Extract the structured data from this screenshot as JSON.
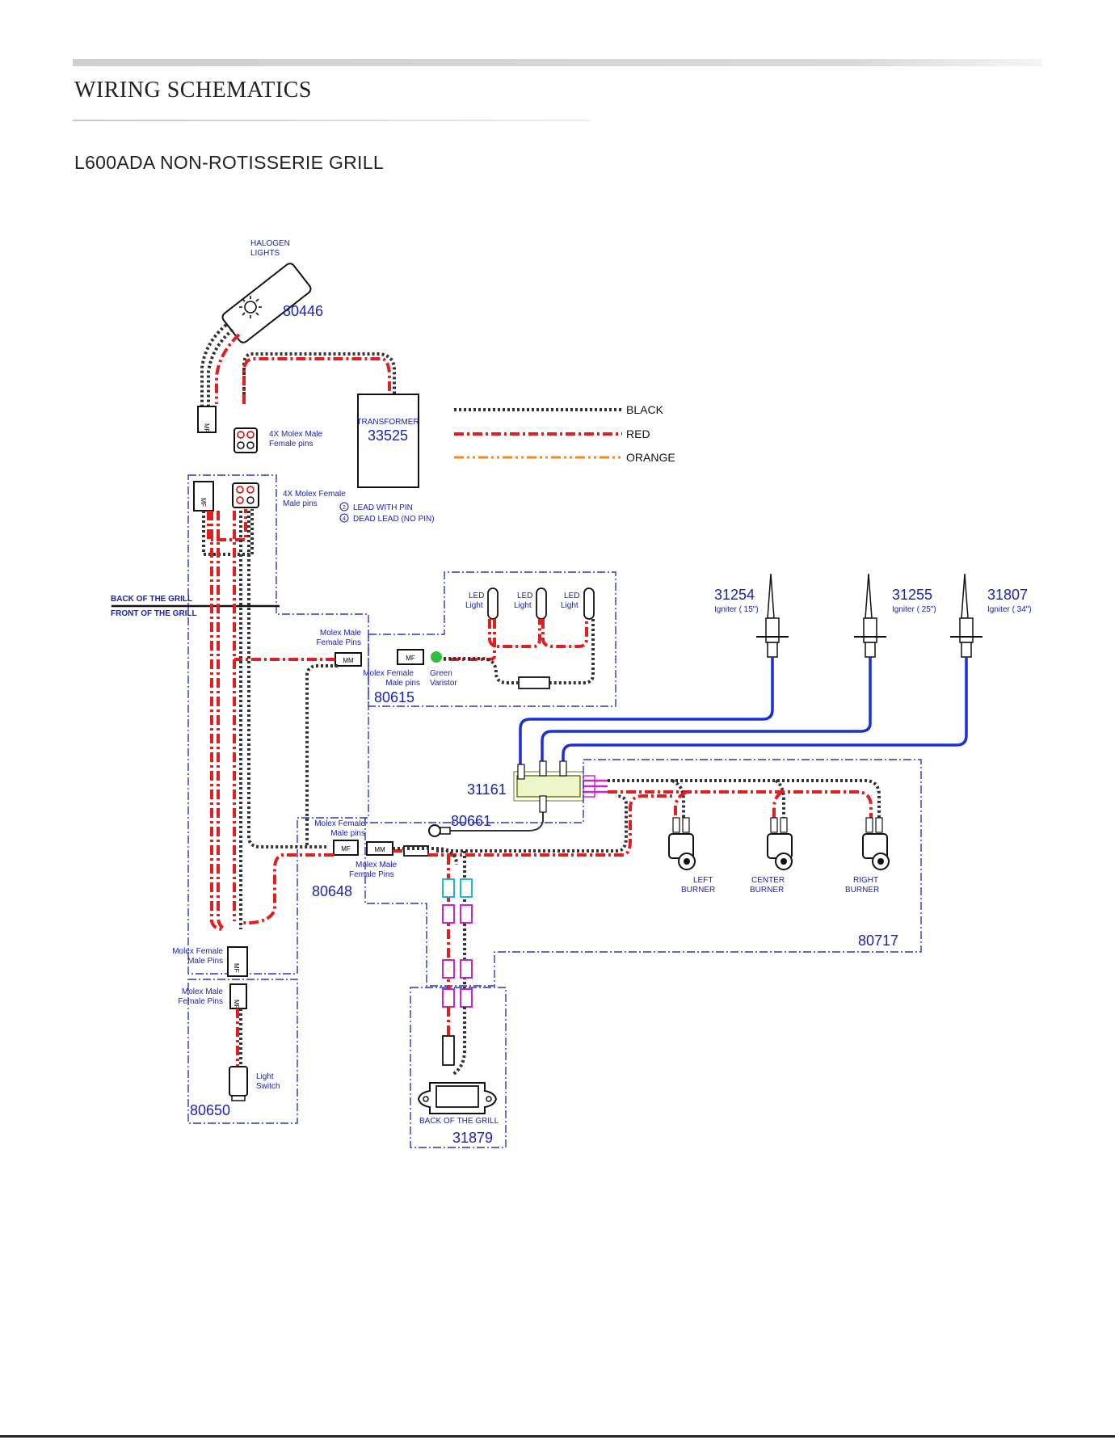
{
  "page": {
    "heading": "WIRING SCHEMATICS",
    "subheading": "L600ADA NON-ROTISSERIE GRILL"
  },
  "legend": [
    {
      "label": "BLACK",
      "style": "black"
    },
    {
      "label": "RED",
      "style": "red"
    },
    {
      "label": "ORANGE",
      "style": "orange"
    }
  ],
  "parts": {
    "halogen_lights": "HALOGEN LIGHTS",
    "halogen_number": "80446",
    "transformer_label": "TRANSFORMER",
    "transformer_number": "33525",
    "molex_male_4x": "4X Molex Male Female pins",
    "molex_female_4x": "4X Molex Female Male pins",
    "lead_with_pin": "LEAD WITH PIN",
    "lead_with_pin_num": "2",
    "dead_lead": "DEAD LEAD  (NO PIN)",
    "dead_lead_num": "4",
    "back_of_grill": "BACK OF THE GRILL",
    "front_of_grill": "FRONT OF THE GRILL",
    "led_light": "LED Light",
    "molex_male_female_pins": "Molex Male Female Pins",
    "molex_female_male_pins": "Molex Female Male pins",
    "green_varistor": "Green Varistor",
    "led_assembly_number": "80615",
    "igniters": [
      {
        "number": "31254",
        "label": "Igniter  ( 15\")"
      },
      {
        "number": "31255",
        "label": "Igniter  ( 25\")"
      },
      {
        "number": "31807",
        "label": "Igniter  ( 34\")"
      }
    ],
    "block_number": "31161",
    "ground_number": "80661",
    "harness_number": "80648",
    "burners": [
      "LEFT BURNER",
      "CENTER BURNER",
      "RIGHT BURNER"
    ],
    "burner_harness_number": "80717",
    "light_switch": "Light Switch",
    "switch_harness_number": "80650",
    "module_label": "BACK OF THE GRILL",
    "module_number": "31879",
    "connector_mf": "MF",
    "connector_mm": "MM"
  }
}
